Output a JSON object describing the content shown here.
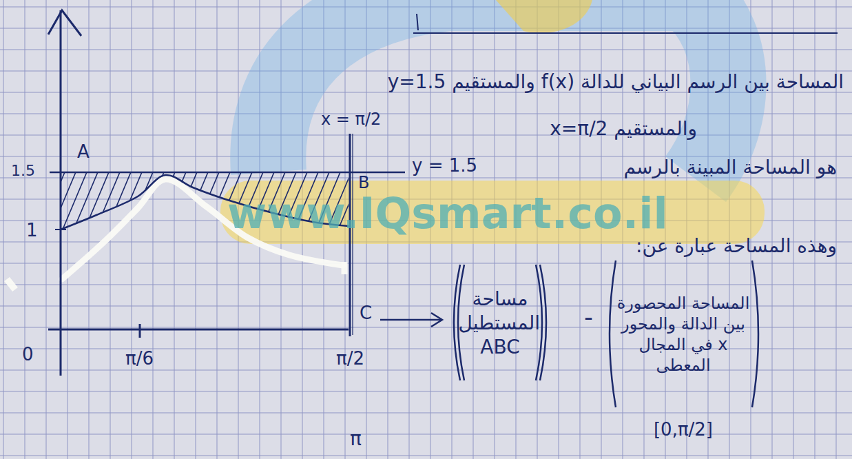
{
  "diagram": {
    "nodes": [
      {
        "text": [
          "مساحة المستطيل ABC"
        ]
      },
      {
        "text": [
          "المساحة المحصورة بين الدالة والمحور x في المجال المعطى",
          "[0,π/2]"
        ]
      }
    ],
    "labels": [
      "المساحة بين الرسم البياني للدالة f(x) والمستقيم y=1.5",
      "والمستقيم x=π/2",
      "هو المساحة المبينة بالرسم",
      "وهذه المساحة عبارة عن:",
      "A",
      "1.5",
      "1",
      "0",
      "π/6",
      "π/2",
      "x = π/2",
      "y = 1.5",
      "B",
      "C",
      "-",
      "π",
      "www.IQsmart.co.il"
    ]
  }
}
